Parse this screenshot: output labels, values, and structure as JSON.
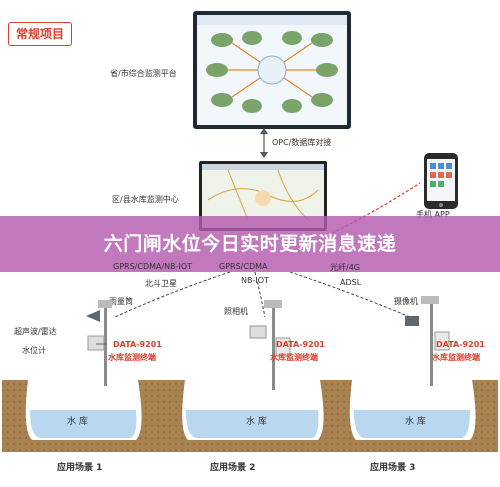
{
  "tag": "常规项目",
  "labels": {
    "provincial": "省/市综合监测平台",
    "opc": "OPC/数据库对接",
    "district": "区/县水库监测中心",
    "phone": "手机 APP",
    "gprs1": "GPRS/CDMA/NB-IOT",
    "gprs2": "GPRS/CDMA",
    "nbiot": "NB-IOT",
    "fiber": "光纤/4G",
    "adsl": "ADSL",
    "beidou": "北斗卫星",
    "rain": "雨量筒",
    "ultrasonic": "超声波/雷达",
    "levelmeter": "水位计",
    "camera1": "照相机",
    "camera2": "摄像机",
    "reservoir": "水 库",
    "scene1": "应用场景 1",
    "scene2": "应用场景 2",
    "scene3": "应用场景 3",
    "data": "DATA-9201",
    "terminal": "水库监测终端"
  },
  "banner": "六门闸水位今日实时更新消息速递",
  "colors": {
    "accent": "#d9402e",
    "banner": "#b45aaf",
    "water": "#b9d8ef",
    "soil": "#9c7a4e"
  }
}
